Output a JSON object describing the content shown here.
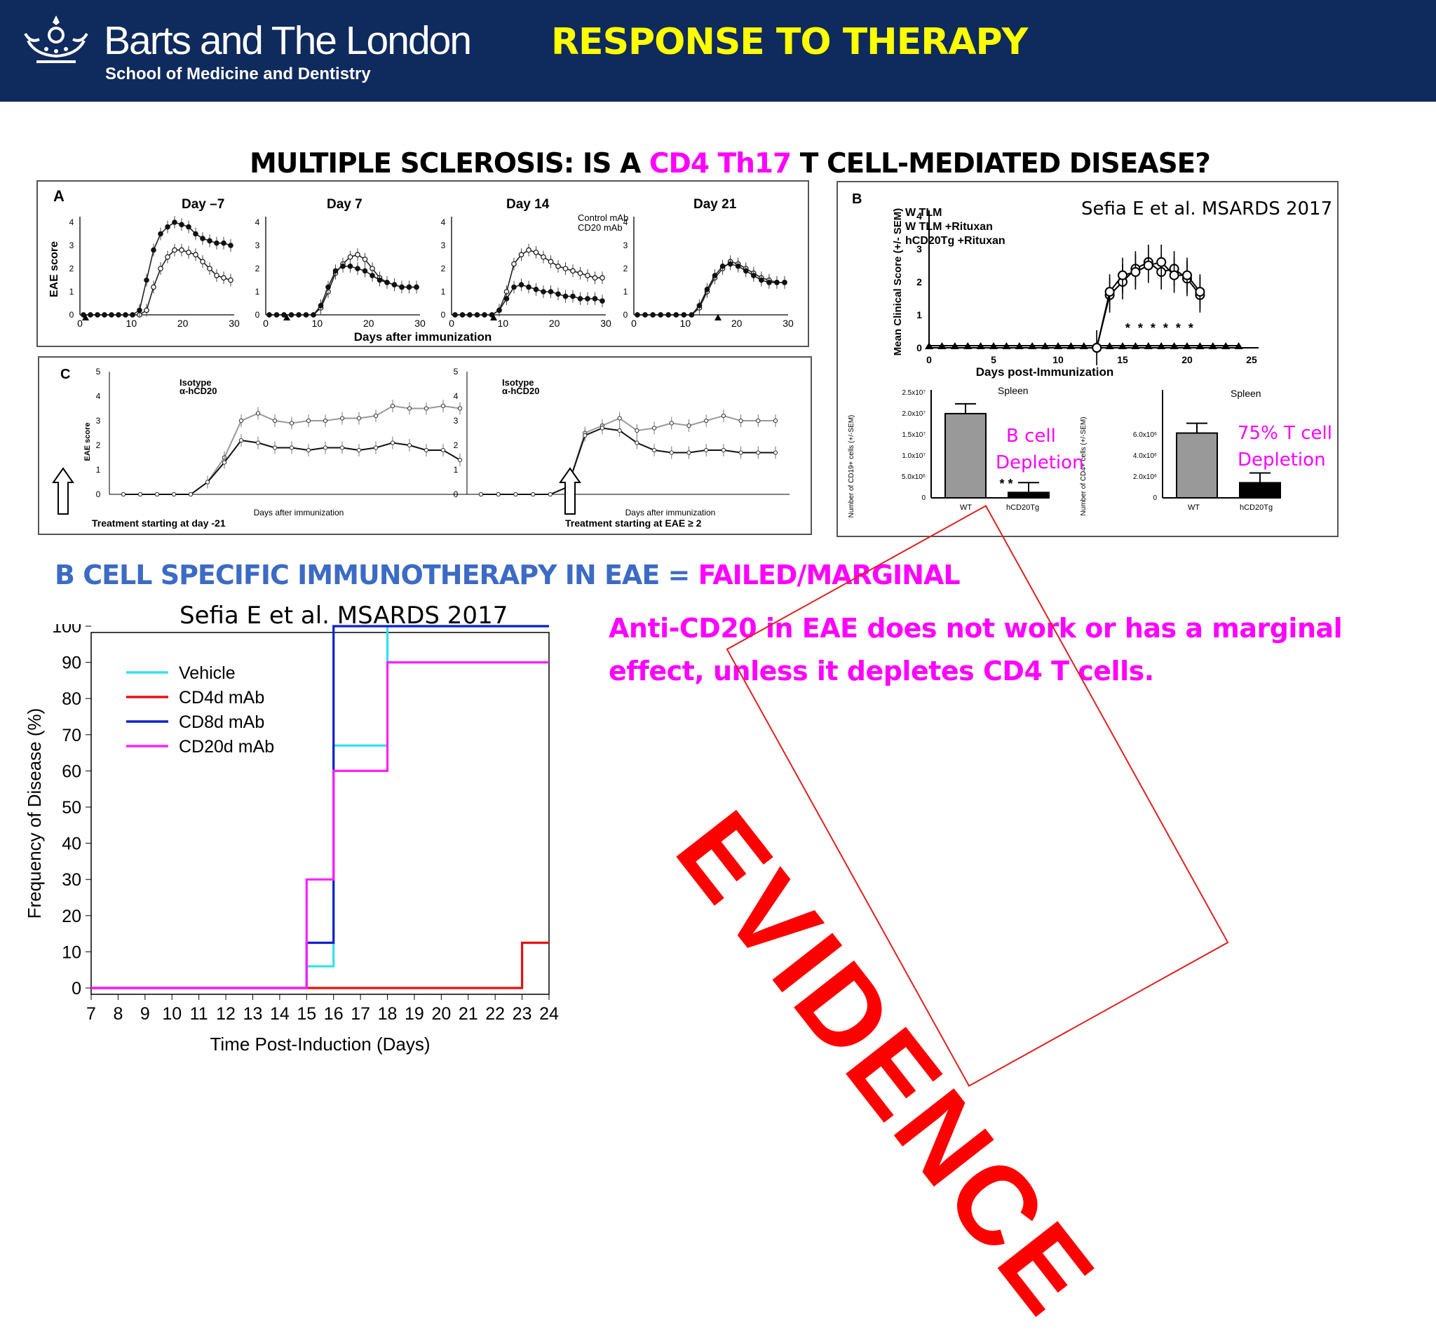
{
  "header": {
    "institution": "Barts and The London",
    "school": "School of Medicine and Dentistry",
    "slide_title": "RESPONSE TO THERAPY"
  },
  "subtitle": {
    "prefix": "MULTIPLE SCLEROSIS: IS A ",
    "highlight": "CD4 Th17",
    "suffix": " T CELL-MEDIATED DISEASE?"
  },
  "panel_a": {
    "letter": "A",
    "titles": [
      "Day –7",
      "Day 7",
      "Day 14",
      "Day 21"
    ],
    "y_label": "EAE score",
    "x_label": "Days after immunization",
    "legend": [
      "Control mAb",
      "CD20 mAb"
    ]
  },
  "panel_b": {
    "letter": "B",
    "citation": "Sefia E et al. MSARDS 2017",
    "legend": [
      "W TLM",
      "W TLM +Rituxan",
      "hCD20Tg +Rituxan"
    ],
    "y_label": "Mean Clinical Score (+/- SEM)",
    "x_label": "Days post-Immunization",
    "spleen_label": "Spleen",
    "bar_left_y_label": "Number of CD19+ cells (+/-SEM)",
    "bar_right_y_label": "Number of CD4+ cells (+/-SEM)",
    "bar_categories": [
      "WT",
      "hCD20Tg"
    ],
    "b_cell_note": [
      "B cell",
      "Depletion"
    ],
    "t_cell_note": [
      "75% T cell",
      "Depletion"
    ]
  },
  "panel_c": {
    "letter": "C",
    "legend": [
      "Isotype",
      "α-hCD20"
    ],
    "y_label": "EAE score",
    "x_label": "Days after immunization",
    "caption_left": "Treatment starting at day -21",
    "caption_right": "Treatment starting at EAE ≥ 2"
  },
  "section": {
    "prefix": "B CELL SPECIFIC IMMUNOTHERAPY IN EAE = ",
    "highlight": "FAILED/MARGINAL"
  },
  "claim": {
    "line1": "Anti-CD20 in EAE does not work or has a marginal",
    "line2": "effect,  unless it depletes CD4 T cells."
  },
  "stamp": {
    "text": "EVIDENCE",
    "color": "#ff0000"
  },
  "chart_data": {
    "type": "line",
    "title": "Sefia E et al. MSARDS 2017",
    "xlabel": "Time Post-Induction (Days)",
    "ylabel": "Frequency of Disease (%)",
    "xlim": [
      7,
      24
    ],
    "ylim": [
      0,
      100
    ],
    "x_ticks": [
      7,
      8,
      9,
      10,
      11,
      12,
      13,
      14,
      15,
      16,
      17,
      18,
      19,
      20,
      21,
      22,
      23,
      24
    ],
    "y_ticks": [
      0,
      10,
      20,
      30,
      40,
      50,
      60,
      70,
      80,
      90,
      100
    ],
    "step": true,
    "legend_position": "top-left",
    "series": [
      {
        "name": "Vehicle",
        "color": "#33e0f0",
        "points": [
          [
            7,
            0
          ],
          [
            15,
            0
          ],
          [
            15,
            6
          ],
          [
            16,
            6
          ],
          [
            16,
            67
          ],
          [
            18,
            67
          ],
          [
            18,
            100
          ],
          [
            24,
            100
          ]
        ]
      },
      {
        "name": "CD4d mAb",
        "color": "#e81010",
        "points": [
          [
            7,
            0
          ],
          [
            23,
            0
          ],
          [
            23,
            12.5
          ],
          [
            24,
            12.5
          ]
        ]
      },
      {
        "name": "CD8d mAb",
        "color": "#1020d0",
        "points": [
          [
            7,
            0
          ],
          [
            15,
            0
          ],
          [
            15,
            12.5
          ],
          [
            16,
            12.5
          ],
          [
            16,
            100
          ],
          [
            24,
            100
          ]
        ]
      },
      {
        "name": "CD20d mAb",
        "color": "#ff20ff",
        "points": [
          [
            7,
            0
          ],
          [
            15,
            0
          ],
          [
            15,
            30
          ],
          [
            16,
            30
          ],
          [
            16,
            60
          ],
          [
            18,
            60
          ],
          [
            18,
            90
          ],
          [
            24,
            90
          ]
        ]
      }
    ]
  }
}
